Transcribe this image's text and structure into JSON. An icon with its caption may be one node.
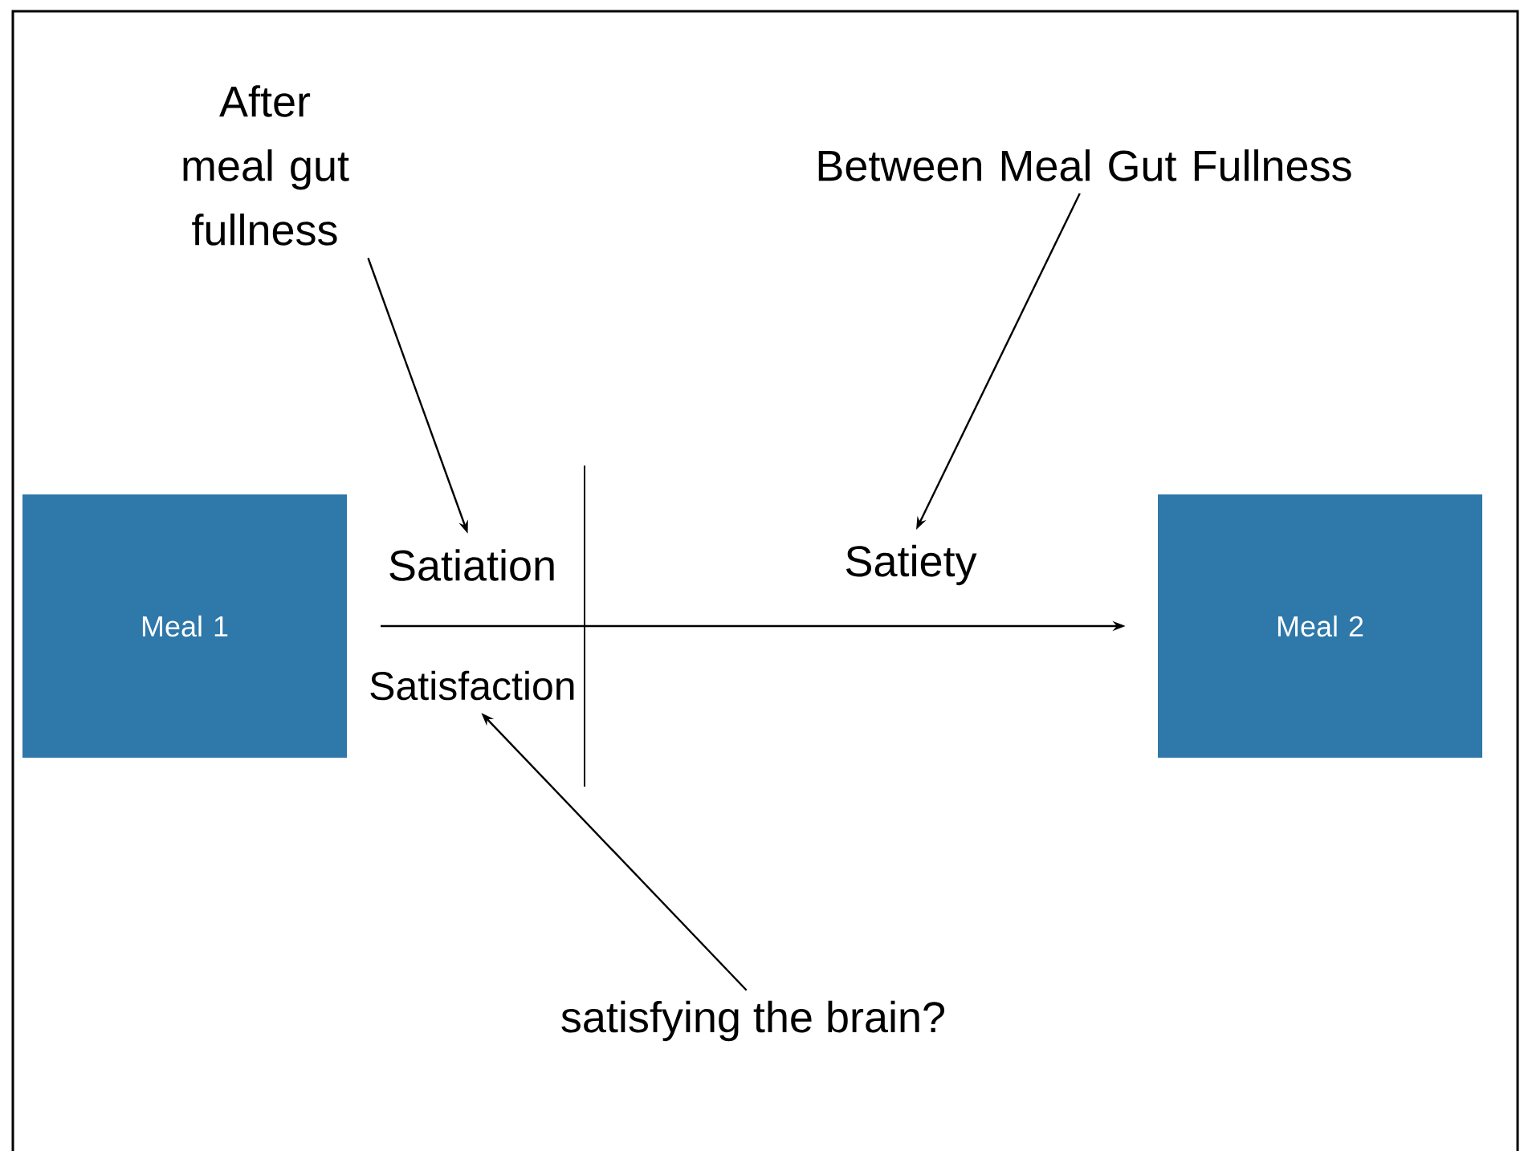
{
  "diagram": {
    "nodes": [
      {
        "text": [
          "After meal gut fullness"
        ]
      },
      {
        "text": [
          "Between Meal Gut Fullness"
        ]
      },
      {
        "text": [
          "Meal 1"
        ]
      },
      {
        "text": [
          "Satiation"
        ]
      },
      {
        "text": [
          "Satiety"
        ]
      },
      {
        "text": [
          "Meal 2"
        ]
      },
      {
        "text": [
          "Satisfaction"
        ]
      },
      {
        "text": [
          "satisfying the brain?"
        ]
      }
    ],
    "edges": [
      {
        "from": 0,
        "to": 3,
        "arrow": "to"
      },
      {
        "from": 1,
        "to": 4,
        "arrow": "to"
      },
      {
        "from": 7,
        "to": 6,
        "arrow": "to"
      },
      {
        "from": null,
        "to": 5,
        "arrow": "to"
      }
    ]
  }
}
